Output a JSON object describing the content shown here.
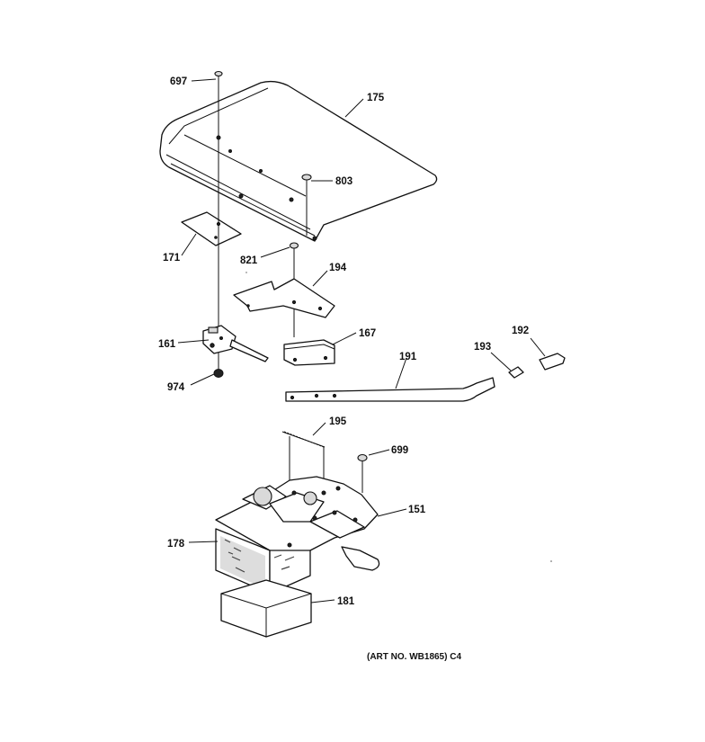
{
  "diagram": {
    "art_number": "(ART NO. WB1865) C4",
    "callouts": {
      "c697": "697",
      "c175": "175",
      "c803": "803",
      "c171": "171",
      "c821": "821",
      "c194": "194",
      "c161": "161",
      "c167": "167",
      "c192": "192",
      "c193": "193",
      "c191": "191",
      "c974": "974",
      "c195": "195",
      "c699": "699",
      "c151": "151",
      "c178": "178",
      "c181": "181"
    }
  }
}
